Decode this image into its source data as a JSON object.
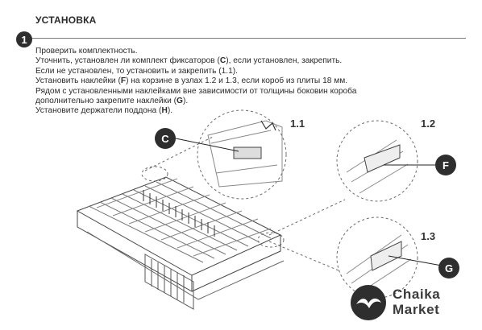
{
  "section": {
    "heading": "УСТАНОВКА",
    "step_number": "1"
  },
  "instructions": [
    {
      "before": "Проверить комплектность.",
      "code": "",
      "after": ""
    },
    {
      "before": "Уточнить, установлен ли комплект фиксаторов (",
      "code": "C",
      "after": "), если установлен, закрепить."
    },
    {
      "before": "Если не установлен, то установить и закрепить (1.1).",
      "code": "",
      "after": ""
    },
    {
      "before": "Установить наклейки (",
      "code": "F",
      "after": ") на корзине в узлах 1.2 и 1.3, если короб из плиты 18 мм."
    },
    {
      "before": "Рядом с установленными наклейками вне зависимости от толщины боковин короба",
      "code": "",
      "after": ""
    },
    {
      "before": "дополнительно закрепите наклейки (",
      "code": "G",
      "after": ")."
    },
    {
      "before": "Установите держатели поддона (",
      "code": "H",
      "after": ")."
    }
  ],
  "callouts": {
    "c": "C",
    "f": "F",
    "g": "G"
  },
  "details": {
    "d11": "1.1",
    "d12": "1.2",
    "d13": "1.3"
  },
  "brand": {
    "line1": "Chaika",
    "line2": "Market"
  }
}
